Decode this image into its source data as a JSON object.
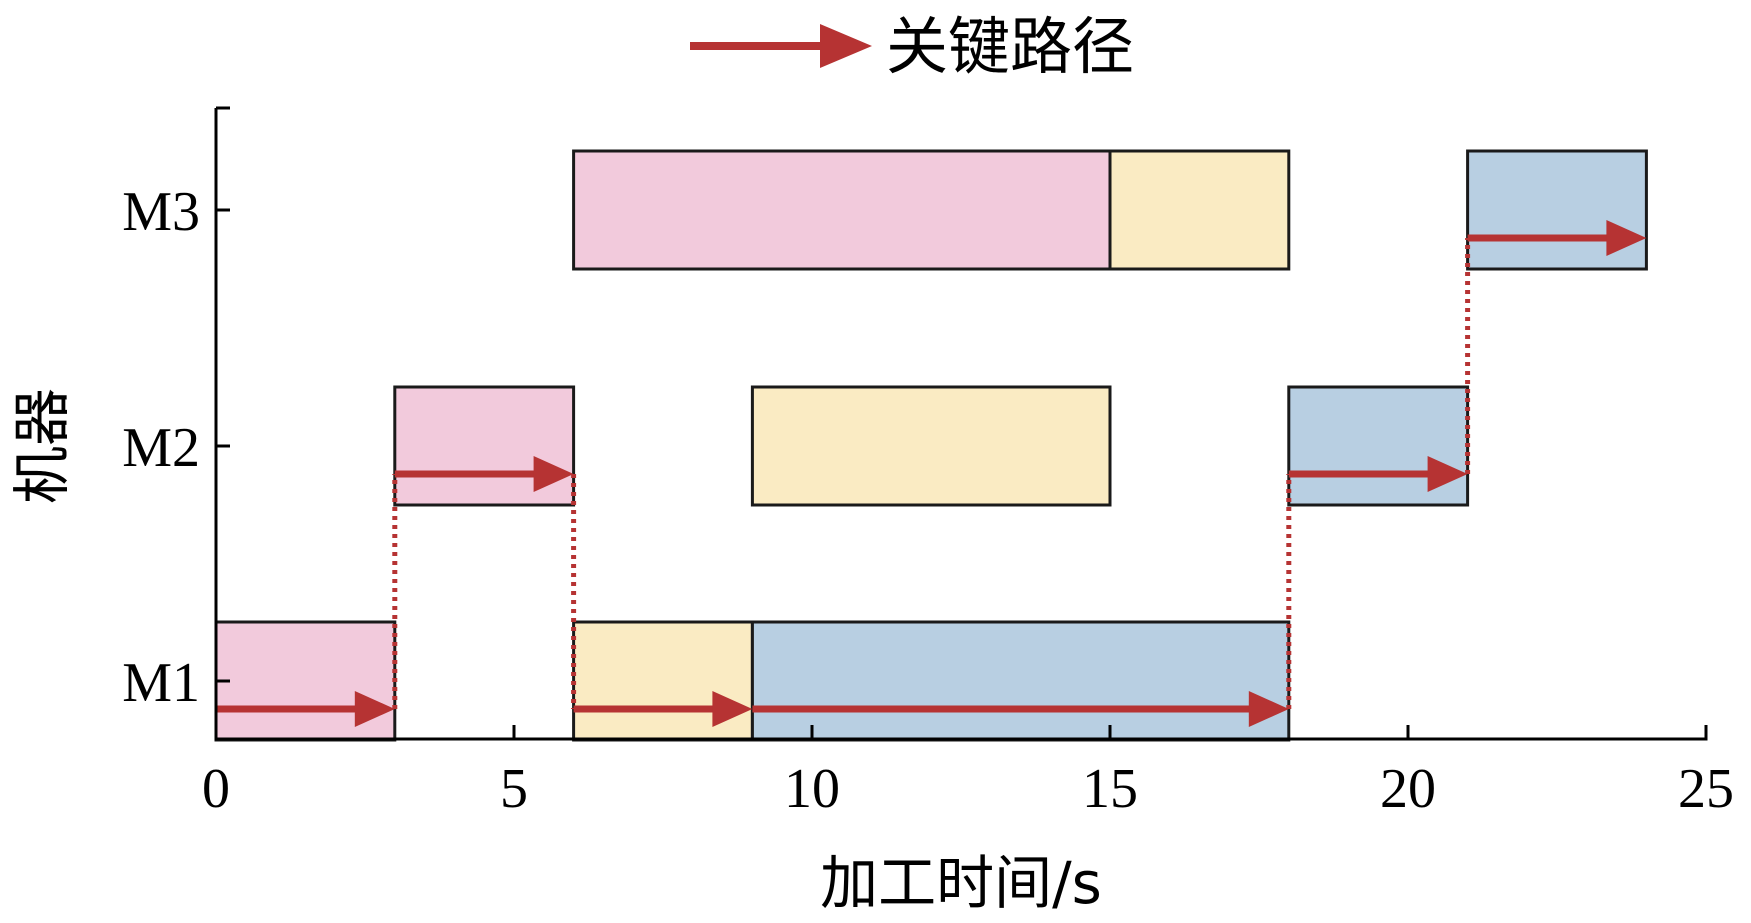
{
  "chart_data": {
    "type": "gantt",
    "xlabel": "加工时间/s",
    "ylabel": "机器",
    "xlim": [
      0,
      25
    ],
    "xticks": [
      0,
      5,
      10,
      15,
      20,
      25
    ],
    "machines": [
      "M1",
      "M2",
      "M3"
    ],
    "colors": {
      "pink": "#f2cadc",
      "yellow": "#faebc3",
      "blue": "#b8cfe2",
      "critical": "#b63333",
      "edge": "#1a1a1a"
    },
    "tasks": [
      {
        "machine": "M1",
        "start": 0,
        "end": 3,
        "color": "pink"
      },
      {
        "machine": "M1",
        "start": 6,
        "end": 9,
        "color": "yellow"
      },
      {
        "machine": "M1",
        "start": 9,
        "end": 18,
        "color": "blue"
      },
      {
        "machine": "M2",
        "start": 3,
        "end": 6,
        "color": "pink"
      },
      {
        "machine": "M2",
        "start": 9,
        "end": 15,
        "color": "yellow"
      },
      {
        "machine": "M2",
        "start": 18,
        "end": 21,
        "color": "blue"
      },
      {
        "machine": "M3",
        "start": 6,
        "end": 15,
        "color": "pink"
      },
      {
        "machine": "M3",
        "start": 15,
        "end": 18,
        "color": "yellow"
      },
      {
        "machine": "M3",
        "start": 21,
        "end": 24,
        "color": "blue"
      }
    ],
    "critical_path": {
      "legend_label": "关键路径",
      "segments": [
        {
          "machine": "M1",
          "start": 0,
          "end": 3
        },
        {
          "machine": "M2",
          "start": 3,
          "end": 6
        },
        {
          "machine": "M1",
          "start": 6,
          "end": 9
        },
        {
          "machine": "M1",
          "start": 9,
          "end": 18
        },
        {
          "machine": "M2",
          "start": 18,
          "end": 21
        },
        {
          "machine": "M3",
          "start": 21,
          "end": 24
        }
      ],
      "transitions": [
        {
          "time": 3,
          "from": "M1",
          "to": "M2"
        },
        {
          "time": 6,
          "from": "M2",
          "to": "M1"
        },
        {
          "time": 18,
          "from": "M1",
          "to": "M2"
        },
        {
          "time": 21,
          "from": "M2",
          "to": "M3"
        }
      ]
    }
  }
}
